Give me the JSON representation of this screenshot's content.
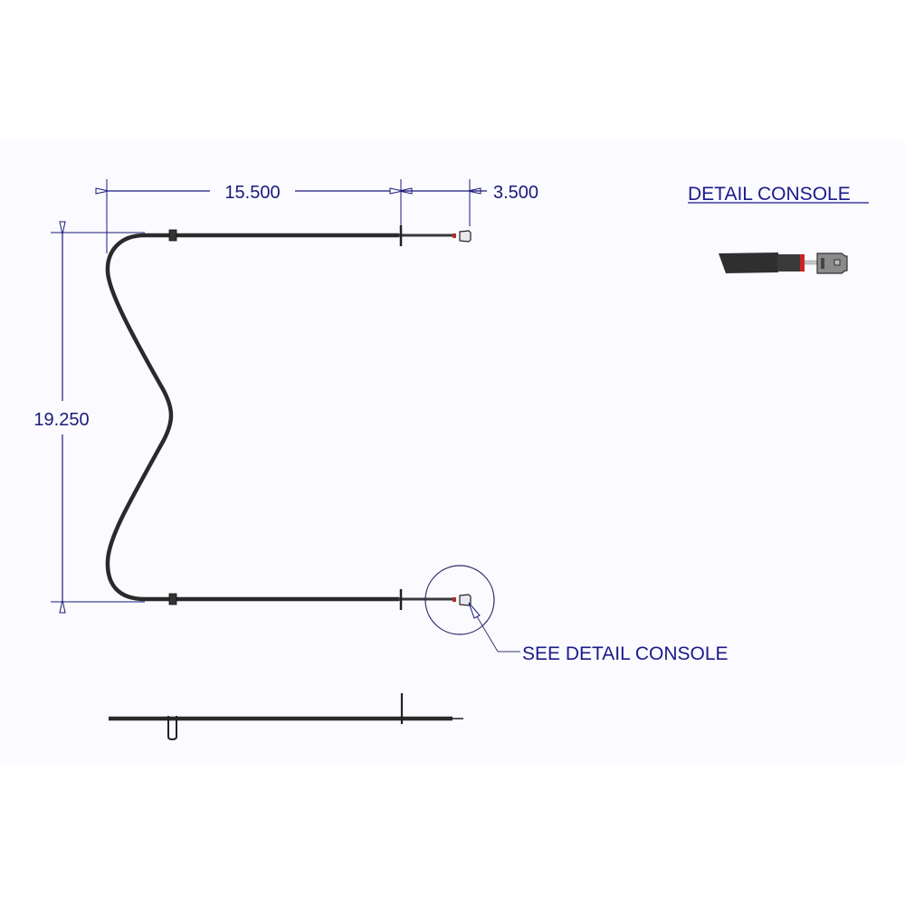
{
  "drawing": {
    "dimensions": {
      "width_main": "15.500",
      "width_lead": "3.500",
      "height": "19.250"
    },
    "labels": {
      "detail_title": "DETAIL CONSOLE",
      "callout": "SEE DETAIL CONSOLE"
    },
    "views": [
      "top-view",
      "side-view",
      "detail-console"
    ],
    "colors": {
      "background": "#fafaff",
      "annotation": "#1a1a7a",
      "element": "#2a2a2a",
      "terminal_seal": "#cc2222",
      "terminal": "#8a8a8a"
    }
  }
}
